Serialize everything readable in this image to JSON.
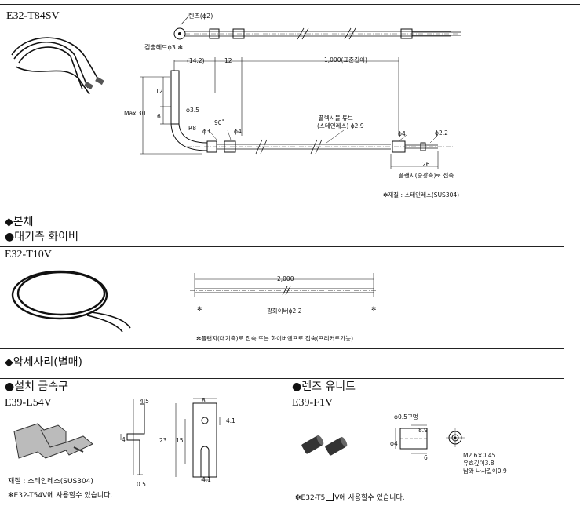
{
  "t84": {
    "model": "E32-T84SV",
    "lens_label": "렌즈(ϕ2)",
    "head_label": "검출헤드ϕ3 ✻",
    "dim_142": "(14.2)",
    "dim_12_top": "12",
    "dim_1000": "1,000(표준길이)",
    "dim_12_side": "12",
    "dim_6": "6",
    "max30": "Max.30",
    "phi35": "ϕ3.5",
    "r8": "R8",
    "phi3": "ϕ3",
    "deg90": "90˚",
    "phi4_left": "ϕ4",
    "tube_label_1": "플렉시블 튜브",
    "tube_label_2": "(스테인레스) ϕ2.9",
    "phi4_right": "ϕ4",
    "phi22": "ϕ2.2",
    "dim_26": "26",
    "amp_connect": "플랜지(증광측)로 접속",
    "material": "✻재질 : 스테인레스(SUS304)"
  },
  "section_body": "◆본체",
  "section_amp": "●대기측 화이버",
  "t10": {
    "model": "E32-T10V",
    "dim_2000": "2,000",
    "fiber_label": "광화이버ϕ2.2",
    "star": "✻",
    "note": "✻플랜지(대기측)로 접속 또는 화이버엔프로 접속(프리커트가능)"
  },
  "section_accessory": "◆악세사리(별매)",
  "bracket": {
    "section": "●설치 금속구",
    "model": "E39-L54V",
    "dim_45": "4.5",
    "dim_4": "4",
    "dim_23": "23",
    "dim_15": "15",
    "dim_05": "0.5",
    "dim_8": "8",
    "dim_41_a": "4.1",
    "dim_41_b": "4.1",
    "material": "재질 : 스테인레스(SUS304)",
    "note": "✻E32-T54V에 사용할수 있습니다."
  },
  "lens": {
    "section": "●렌즈 유니트",
    "model": "E39-F1V",
    "hole": "ϕ0.5구멍",
    "dim_89": "8.9",
    "phi4": "ϕ4",
    "dim_6": "6",
    "spec1": "M2.6×0.45",
    "spec2": "유효깊이3.8",
    "spec3": "남와 나사길이0.9",
    "note_pre": "✻E32-T5",
    "note_post": "V에 사용할수 있습니다."
  }
}
